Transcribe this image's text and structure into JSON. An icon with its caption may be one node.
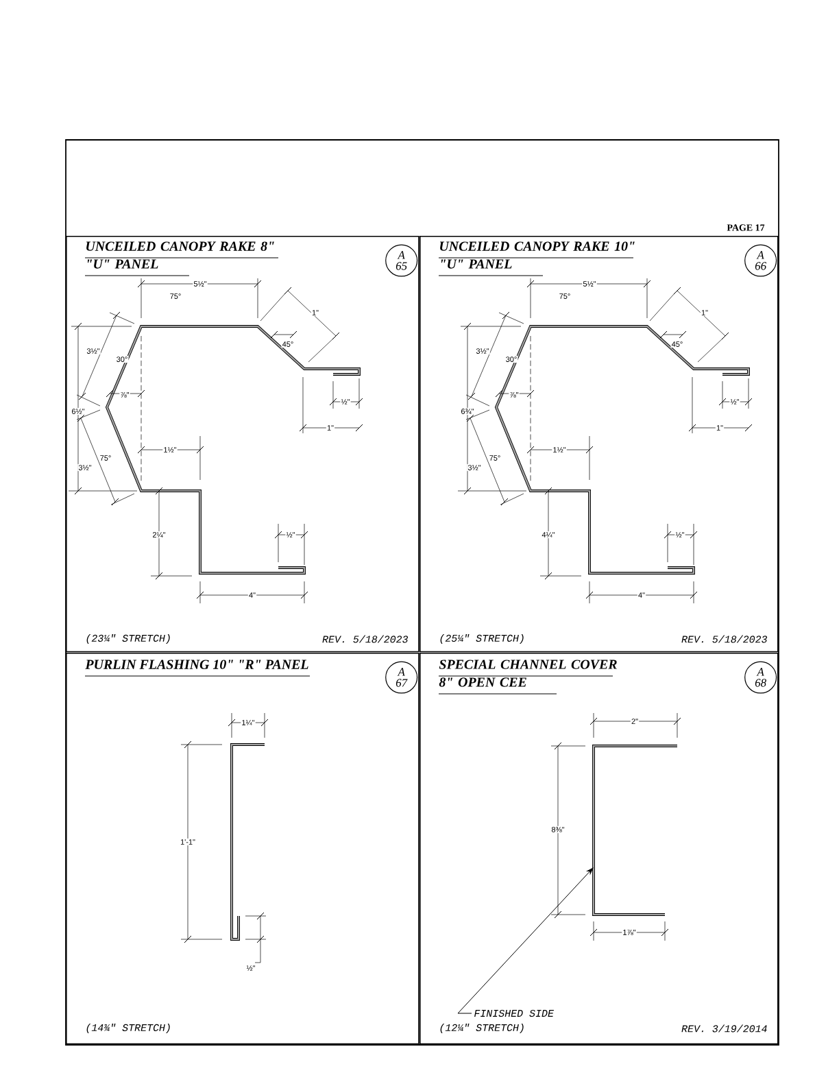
{
  "diagram": {
    "nodes": [
      {
        "text": [
          "UNCEILED CANOPY RAKE 8\" \"U\" PANEL",
          "(23¼\" STRETCH)",
          "REV. 5/18/2023"
        ]
      },
      {
        "text": [
          "UNCEILED CANOPY RAKE 10\" \"U\" PANEL",
          "(25¼\" STRETCH)",
          "REV. 5/18/2023"
        ]
      },
      {
        "text": [
          "PURLIN FLASHING 10\" \"R\" PANEL",
          "(14¾\" STRETCH)"
        ]
      },
      {
        "text": [
          "SPECIAL CHANNEL COVER 8\" OPEN CEE",
          "(12¼\" STRETCH)",
          "REV. 3/19/2014"
        ]
      },
      {
        "text": [
          "A 65"
        ],
        "in": 0
      },
      {
        "text": [
          "A 66"
        ],
        "in": 1
      },
      {
        "text": [
          "A 67"
        ],
        "in": 2
      },
      {
        "text": [
          "A 68"
        ],
        "in": 3
      },
      {
        "text": [
          "FINISHED SIDE"
        ],
        "in": 3
      },
      {
        "text": [],
        "shape": "picture",
        "in": 3
      }
    ],
    "edges": [
      {
        "from": 8,
        "to": 9,
        "arrow": "to"
      }
    ],
    "labels": [
      "PAGE 17",
      "5½\"",
      "75°",
      "1\"",
      "45°",
      "3½\"",
      "30°",
      "⅞\"",
      "6½\"",
      "½\"",
      "1\"",
      "1½\"",
      "75°",
      "3½\"",
      "2¼\"",
      "½\"",
      "4\"",
      "5½\"",
      "75°",
      "1\"",
      "45°",
      "3½\"",
      "30°",
      "⅞\"",
      "6¾\"",
      "½\"",
      "1\"",
      "1½\"",
      "75°",
      "3½\"",
      "4¼\"",
      "½\"",
      "4\"",
      "1¼\"",
      "1'-1\"",
      "½\"",
      "2\"",
      "8⅜\"",
      "1⅞\""
    ]
  }
}
